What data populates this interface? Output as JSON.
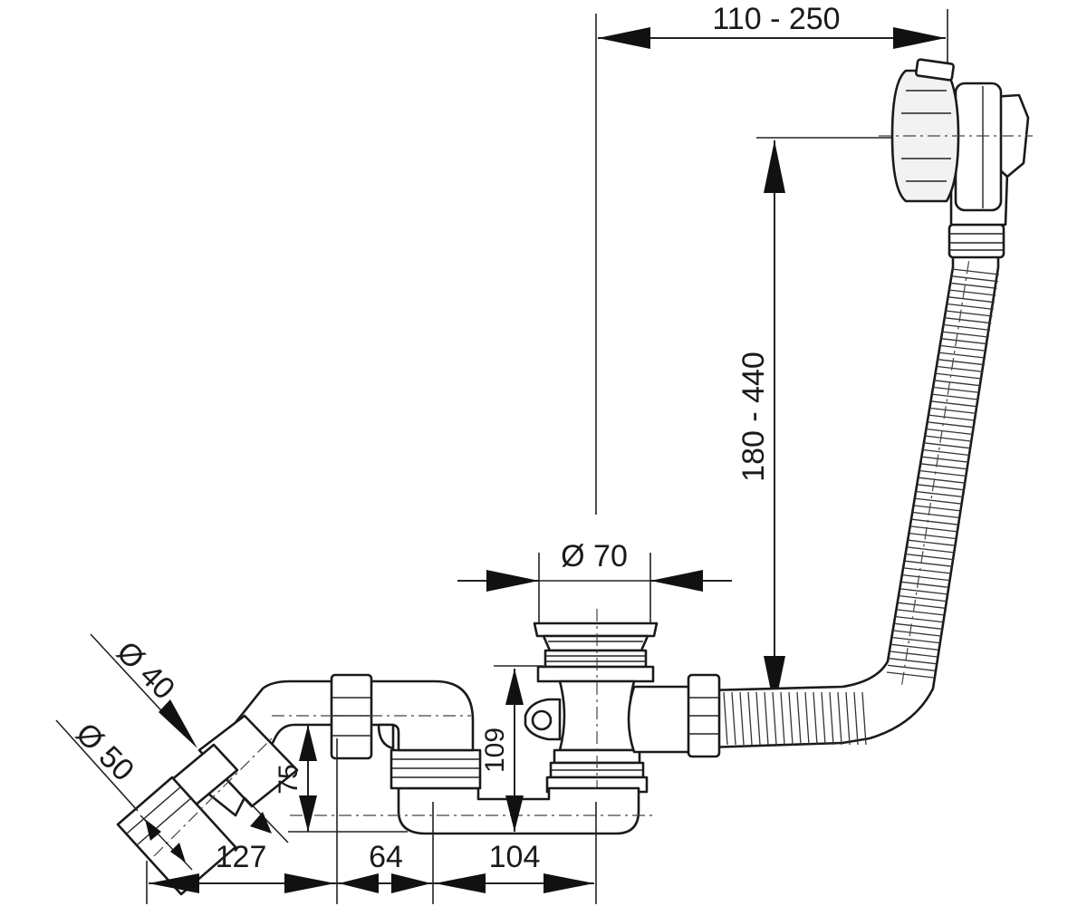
{
  "dimensions": {
    "width_range": "110 - 250",
    "height_range": "180 - 440",
    "drain_diameter": "Ø 70",
    "outlet_diameter_40": "Ø 40",
    "outlet_diameter_50": "Ø 50",
    "drop_height": "75",
    "trap_height": "109",
    "len_127": "127",
    "len_64": "64",
    "len_104": "104"
  }
}
